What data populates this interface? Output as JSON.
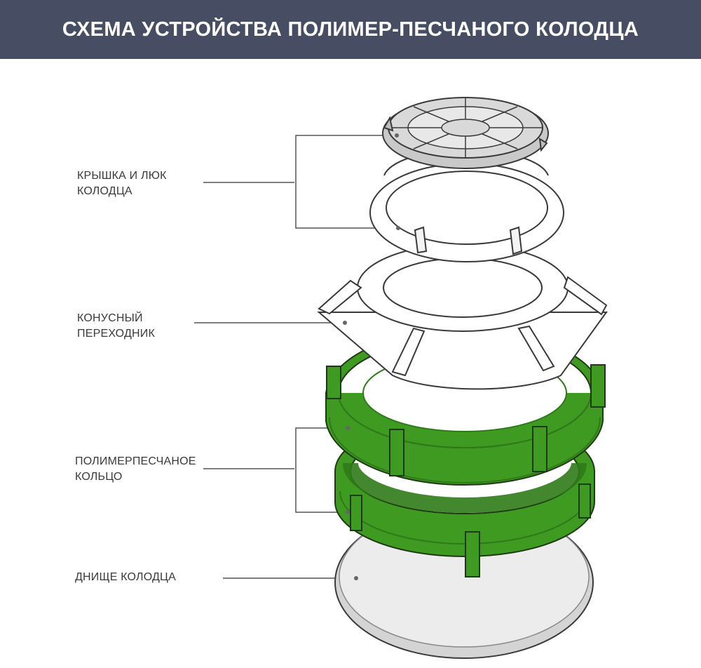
{
  "title": "СХЕМА УСТРОЙСТВА ПОЛИМЕР-ПЕСЧАНОГО КОЛОДЦА",
  "labels": {
    "lid": [
      "КРЫШКА И ЛЮК",
      "КОЛОДЦА"
    ],
    "cone": [
      "КОНУСНЫЙ",
      "ПЕРЕХОДНИК"
    ],
    "ring": [
      "ПОЛИМЕРПЕСЧАНОЕ",
      "КОЛЬЦО"
    ],
    "bottom": [
      "ДНИЩЕ КОЛОДЦА"
    ]
  },
  "colors": {
    "header_bg": "#474e63",
    "ring_green": "#3f9a22",
    "ring_dark": "#2f7a18",
    "outline": "#3a3a3a",
    "lid_gray": "#d9d9d9"
  }
}
